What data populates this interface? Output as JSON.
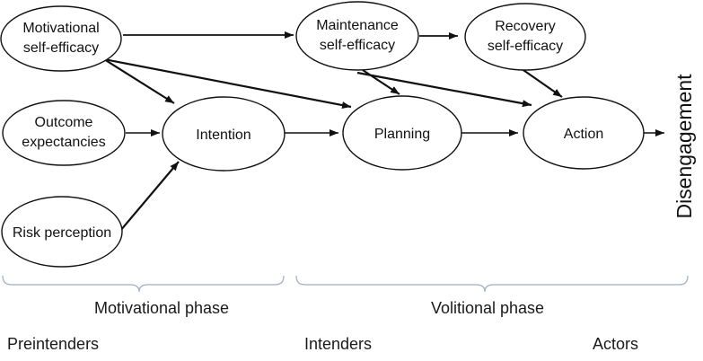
{
  "nodes": {
    "motivational": {
      "line1": "Motivational",
      "line2": "self-efficacy"
    },
    "outcome": {
      "line1": "Outcome",
      "line2": "expectancies"
    },
    "risk": {
      "label": "Risk perception"
    },
    "intention": {
      "label": "Intention"
    },
    "maintenance": {
      "line1": "Maintenance",
      "line2": "self-efficacy"
    },
    "recovery": {
      "line1": "Recovery",
      "line2": "self-efficacy"
    },
    "planning": {
      "label": "Planning"
    },
    "action": {
      "label": "Action"
    }
  },
  "edges": [
    {
      "from": "motivational-self-efficacy",
      "to": "maintenance-self-efficacy"
    },
    {
      "from": "motivational-self-efficacy",
      "to": "intention"
    },
    {
      "from": "motivational-self-efficacy",
      "to": "planning"
    },
    {
      "from": "outcome-expectancies",
      "to": "intention"
    },
    {
      "from": "risk-perception",
      "to": "intention"
    },
    {
      "from": "intention",
      "to": "planning"
    },
    {
      "from": "maintenance-self-efficacy",
      "to": "planning"
    },
    {
      "from": "maintenance-self-efficacy",
      "to": "action"
    },
    {
      "from": "maintenance-self-efficacy",
      "to": "recovery-self-efficacy"
    },
    {
      "from": "recovery-self-efficacy",
      "to": "action"
    },
    {
      "from": "planning",
      "to": "action"
    },
    {
      "from": "action",
      "to": "disengagement"
    }
  ],
  "side_label": "Disengagement",
  "phases": {
    "motivational": "Motivational phase",
    "volitional": "Volitional phase"
  },
  "stages": {
    "preintenders": "Preintenders",
    "intenders": "Intenders",
    "actors": "Actors"
  },
  "colors": {
    "node_stroke": "#111111",
    "arrow": "#111111",
    "brace": "#9fafc4",
    "text": "#1a1a1a",
    "background": "#ffffff"
  }
}
